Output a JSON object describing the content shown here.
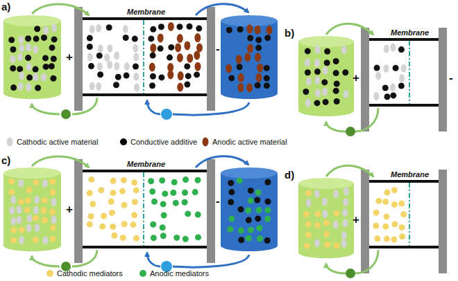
{
  "diagram": {
    "labels": [
      "a)",
      "Membrane",
      "+",
      "-",
      "b)",
      "Membrane",
      "+",
      "-",
      "c)",
      "Membrane",
      "+",
      "-",
      "d)",
      "Membrane",
      "+"
    ],
    "legend": [
      {
        "text": "Cathodic active material",
        "color": "#d3d3d3"
      },
      {
        "text": "Conductive additive",
        "color": "#000000"
      },
      {
        "text": "Anodic active material",
        "color": "#8b3a14"
      },
      {
        "text": "Cathodic mediators",
        "color": "#f3d469"
      },
      {
        "text": "Anodic mediators",
        "color": "#2fb04f"
      }
    ]
  }
}
